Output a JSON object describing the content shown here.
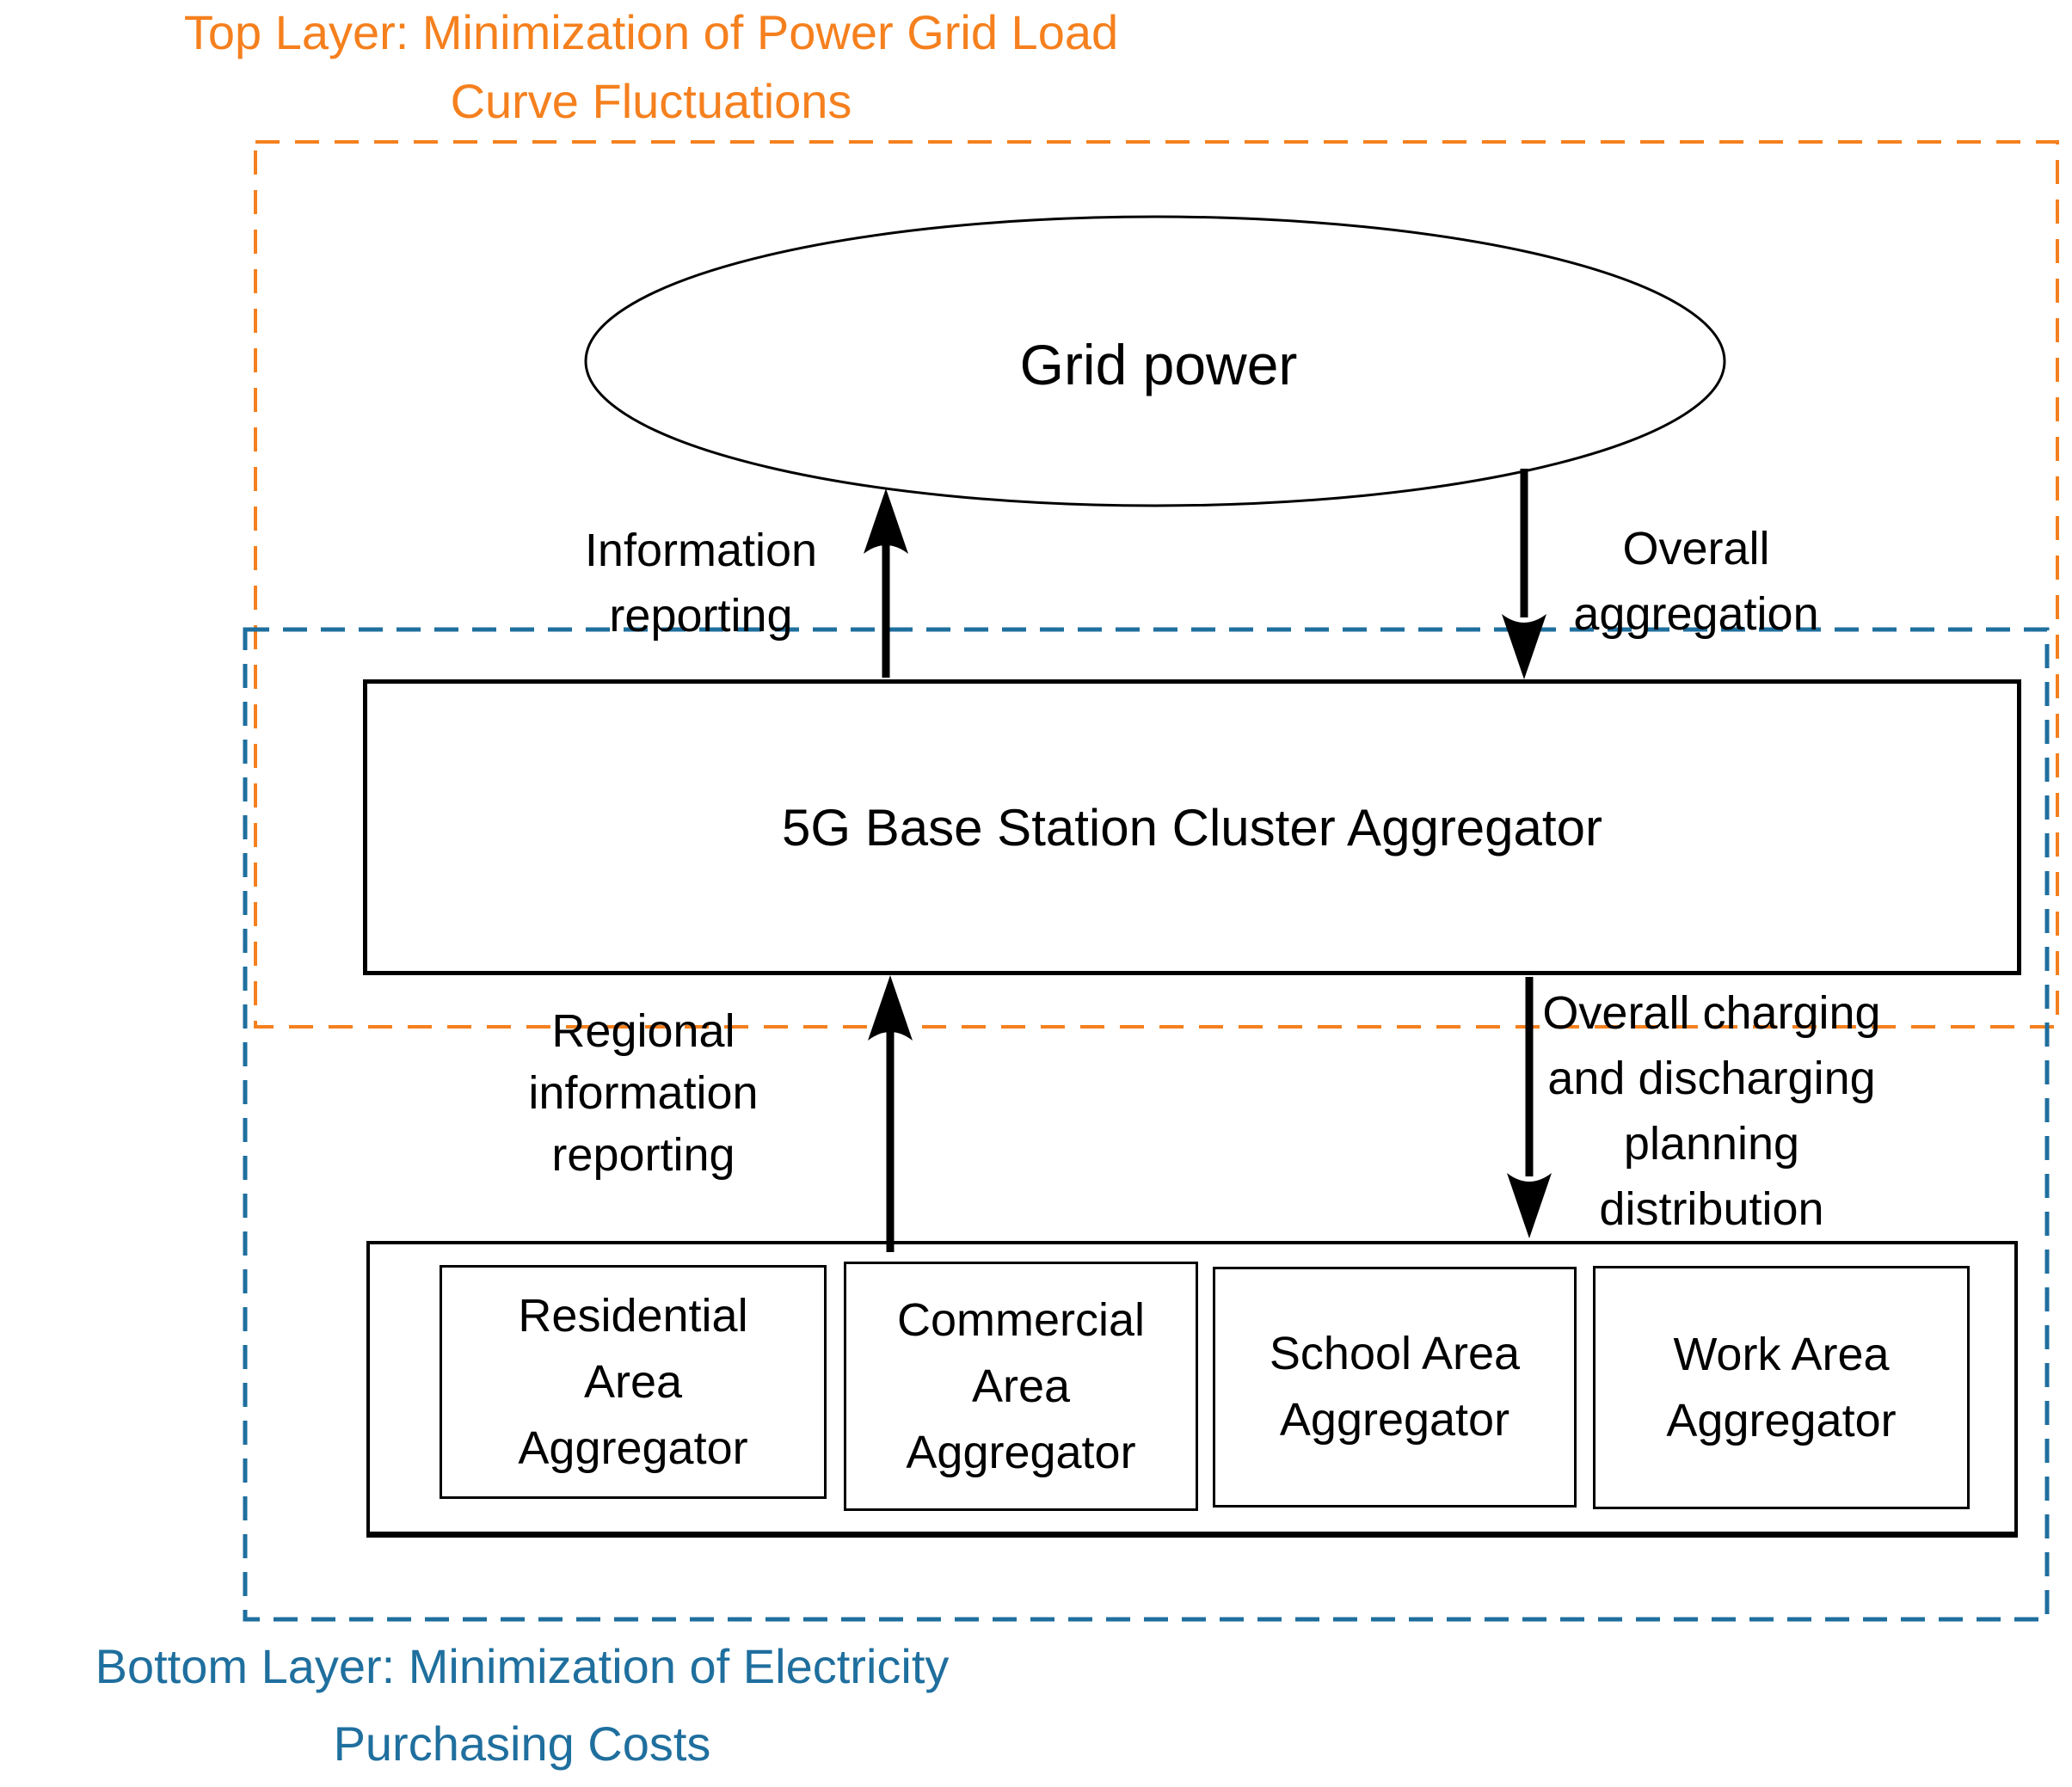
{
  "titles": {
    "top": {
      "line1": "Top Layer: Minimization of Power Grid Load",
      "line2": "Curve Fluctuations"
    },
    "bottom": {
      "line1": "Bottom Layer: Minimization of Electricity",
      "line2": "Purchasing Costs"
    }
  },
  "nodes": {
    "grid_power": {
      "label": "Grid power"
    },
    "aggregator": {
      "label": "5G Base Station Cluster Aggregator"
    },
    "areas": [
      {
        "label": "Residential\nArea\nAggregator"
      },
      {
        "label": "Commercial\nArea\nAggregator"
      },
      {
        "label": "School Area\nAggregator"
      },
      {
        "label": "Work Area\nAggregator"
      }
    ]
  },
  "arrows": {
    "information_reporting": {
      "label": "Information\nreporting",
      "direction": "up"
    },
    "overall_aggregation": {
      "label": "Overall\naggregation",
      "direction": "down"
    },
    "regional_information_reporting": {
      "label": "Regional\ninformation\nreporting",
      "direction": "up"
    },
    "overall_charging": {
      "label": "Overall charging\nand discharging\nplanning\ndistribution",
      "direction": "down"
    }
  },
  "colors": {
    "top_layer_accent": "#F5801E",
    "bottom_layer_accent": "#1F6F9E",
    "line_color": "#000000"
  }
}
